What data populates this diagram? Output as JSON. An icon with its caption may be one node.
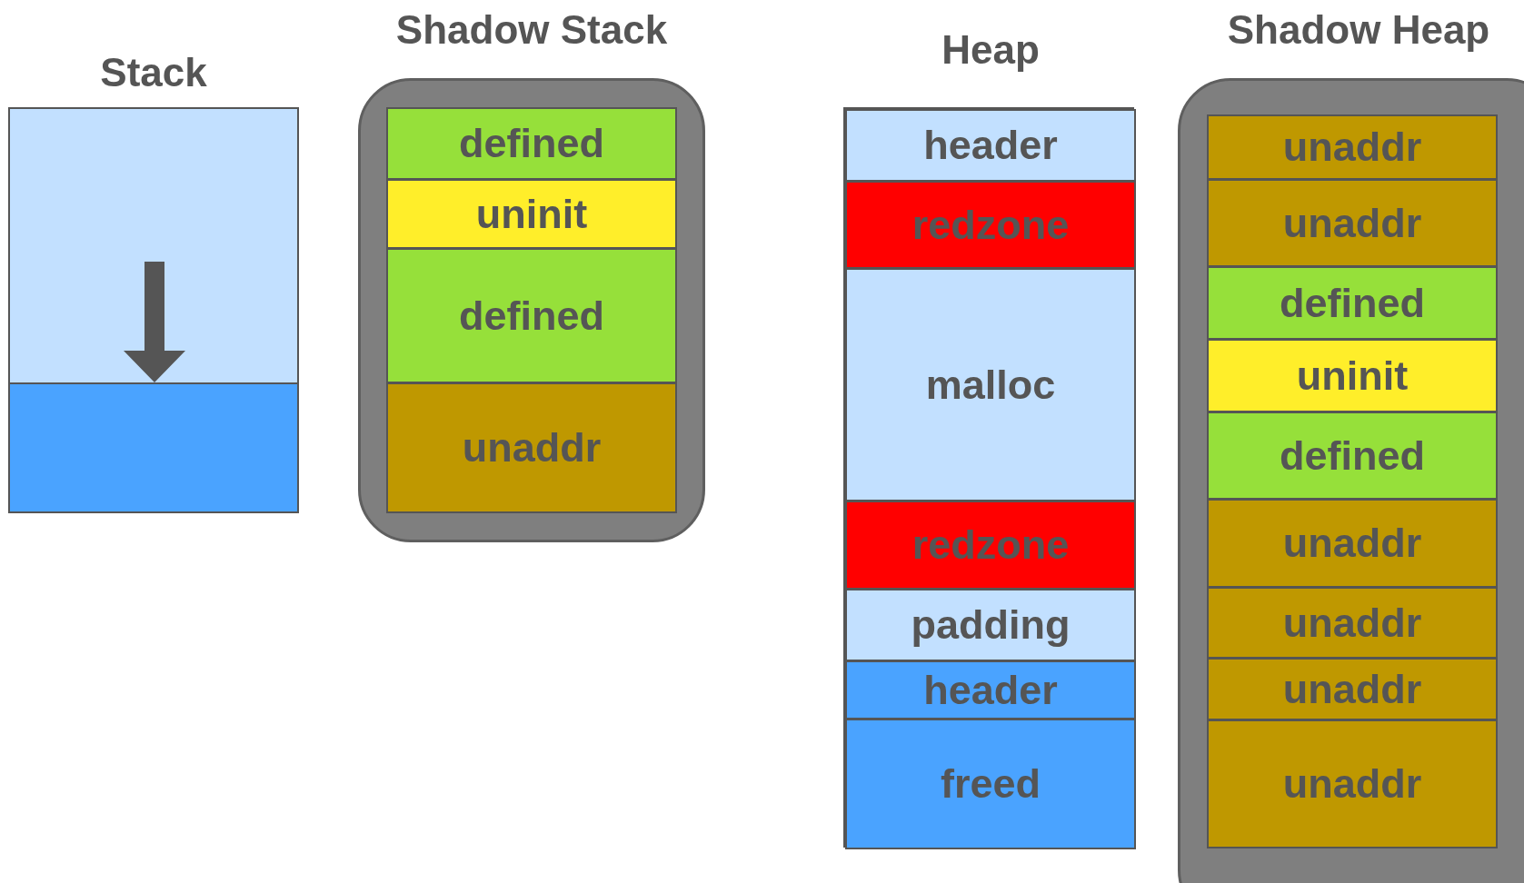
{
  "diagram": {
    "nodes": [
      {
        "text": [
          "Stack"
        ]
      },
      {
        "text": [
          "Shadow Stack"
        ]
      },
      {
        "text": [
          "defined"
        ],
        "in": 1
      },
      {
        "text": [
          "uninit"
        ],
        "in": 1
      },
      {
        "text": [
          "defined"
        ],
        "in": 1
      },
      {
        "text": [
          "unaddr"
        ],
        "in": 1
      },
      {
        "text": [
          "Heap"
        ]
      },
      {
        "text": [
          "header"
        ],
        "in": 6
      },
      {
        "text": [
          "redzone"
        ],
        "in": 6
      },
      {
        "text": [
          "malloc"
        ],
        "in": 6
      },
      {
        "text": [
          "redzone"
        ],
        "in": 6
      },
      {
        "text": [
          "padding"
        ],
        "in": 6
      },
      {
        "text": [
          "header"
        ],
        "in": 6
      },
      {
        "text": [
          "freed"
        ],
        "in": 6
      },
      {
        "text": [
          "Shadow Heap"
        ]
      },
      {
        "text": [
          "unaddr"
        ],
        "in": 14
      },
      {
        "text": [
          "unaddr"
        ],
        "in": 14
      },
      {
        "text": [
          "defined"
        ],
        "in": 14
      },
      {
        "text": [
          "uninit"
        ],
        "in": 14
      },
      {
        "text": [
          "defined"
        ],
        "in": 14
      },
      {
        "text": [
          "unaddr"
        ],
        "in": 14
      },
      {
        "text": [
          "unaddr"
        ],
        "in": 14
      },
      {
        "text": [
          "unaddr"
        ],
        "in": 14
      },
      {
        "text": [
          "unaddr"
        ],
        "in": 14
      }
    ]
  }
}
